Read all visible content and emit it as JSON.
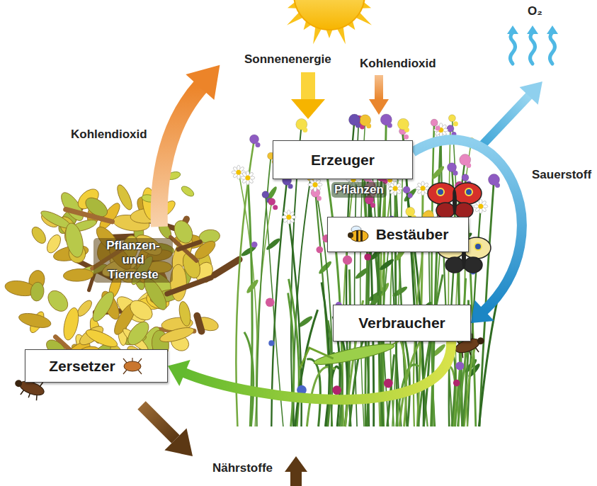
{
  "diagram": {
    "nodes": [
      {
        "text": [
          "Erzeuger"
        ]
      },
      {
        "text": [
          "Bestäuber"
        ]
      },
      {
        "text": [
          "Verbraucher"
        ]
      },
      {
        "text": [
          "Zersetzer"
        ]
      }
    ],
    "edges": [
      {
        "from": 0,
        "to": 2,
        "arrow": "to",
        "label": "Sauerstoff"
      },
      {
        "from": 2,
        "to": 3,
        "arrow": "to"
      }
    ],
    "labels": [
      "Sonnenenergie",
      "Kohlendioxid",
      "O₂",
      "Kohlendioxid",
      "Pflanzen",
      "Pflanzen- und Tierreste",
      "Nährstoffe"
    ]
  }
}
